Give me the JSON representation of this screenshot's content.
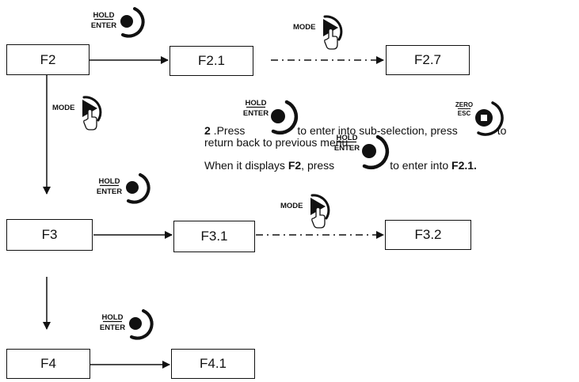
{
  "buttons": {
    "hold_top": "HOLD",
    "hold_bottom": "ENTER",
    "mode": "MODE",
    "zero_top": "ZERO",
    "zero_bottom": "ESC"
  },
  "boxes": {
    "f2": "F2",
    "f2_1": "F2.1",
    "f2_7": "F2.7",
    "f3": "F3",
    "f3_1": "F3.1",
    "f3_2": "F3.2",
    "f4": "F4",
    "f4_1": "F4.1"
  },
  "instructions": {
    "step_number": "2",
    "press_prefix": " .Press",
    "enter_sub": "to  enter into sub-selection, press",
    "to_word": "to",
    "return_back": "return back to previous menu.",
    "when_prefix": "When it displays ",
    "when_bold": "F2",
    "when_press": ", press",
    "when_enter": "to enter into ",
    "when_target": "F2.1."
  },
  "colors": {
    "ink": "#111111",
    "background": "#ffffff"
  }
}
